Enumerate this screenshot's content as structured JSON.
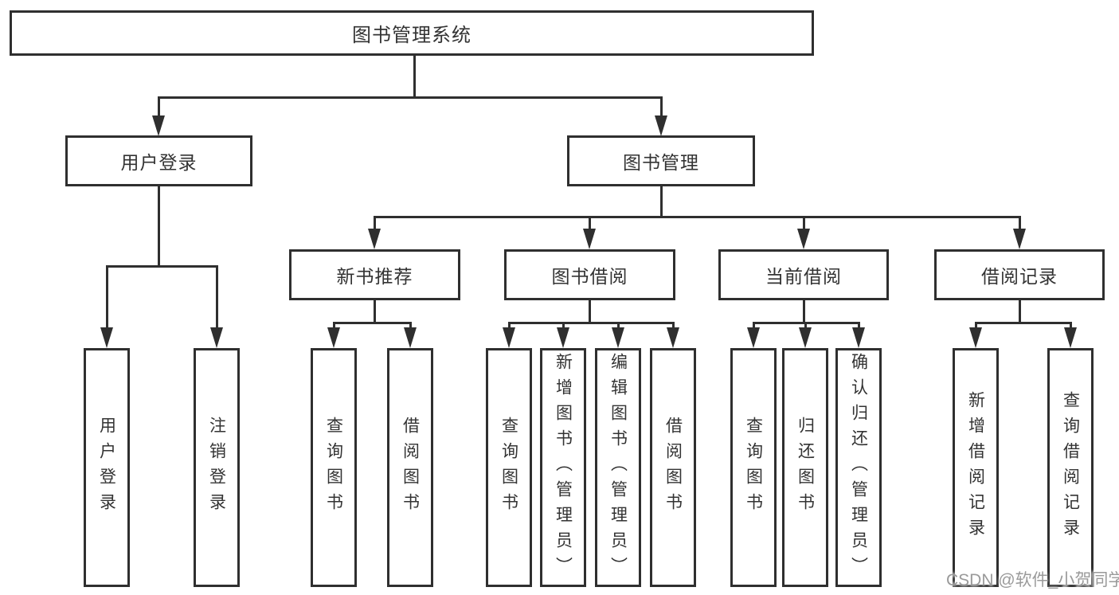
{
  "diagram": {
    "type": "hierarchy-tree",
    "colors": {
      "line": "#2f2f2f",
      "box_border": "#2f2f2f",
      "text": "#333333",
      "background": "#ffffff",
      "watermark": "#9a9a9a"
    }
  },
  "tree": {
    "root": {
      "label": "图书管理系统",
      "children": [
        {
          "label": "用户登录",
          "children": [
            {
              "label": "用户登录"
            },
            {
              "label": "注销登录"
            }
          ]
        },
        {
          "label": "图书管理",
          "children": [
            {
              "label": "新书推荐",
              "children": [
                {
                  "label": "查询图书"
                },
                {
                  "label": "借阅图书"
                }
              ]
            },
            {
              "label": "图书借阅",
              "children": [
                {
                  "label": "查询图书"
                },
                {
                  "label": "新增图书（管理员）"
                },
                {
                  "label": "编辑图书（管理员）"
                },
                {
                  "label": "借阅图书"
                }
              ]
            },
            {
              "label": "当前借阅",
              "children": [
                {
                  "label": "查询图书"
                },
                {
                  "label": "归还图书"
                },
                {
                  "label": "确认归还（管理员）"
                }
              ]
            },
            {
              "label": "借阅记录",
              "children": [
                {
                  "label": "新增借阅记录"
                },
                {
                  "label": "查询借阅记录"
                }
              ]
            }
          ]
        }
      ]
    }
  },
  "watermark": {
    "text": "CSDN @软件_小贺同学"
  }
}
